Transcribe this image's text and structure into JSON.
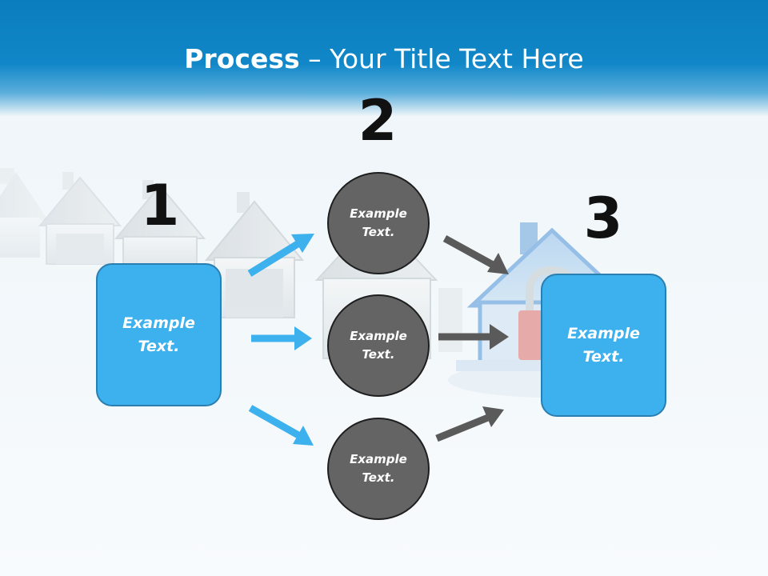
{
  "slide": {
    "title_bold": "Process",
    "title_rest": " – Your Title Text Here"
  },
  "steps": [
    {
      "number": "1",
      "text": "Example Text."
    },
    {
      "number": "2",
      "text": "Example Text."
    },
    {
      "number": "3",
      "text": "Example Text."
    }
  ],
  "circles": [
    {
      "text": "Example Text."
    },
    {
      "text": "Example Text."
    },
    {
      "text": "Example Text."
    }
  ],
  "colors": {
    "header_blue": "#0a7dbd",
    "box_blue": "#3db0ee",
    "circle_gray": "#646464",
    "arrow_blue": "#3db0ee",
    "arrow_gray": "#5a5a5a",
    "number_black": "#111111"
  },
  "icons": {
    "background": "houses-with-padlock-illustration"
  }
}
